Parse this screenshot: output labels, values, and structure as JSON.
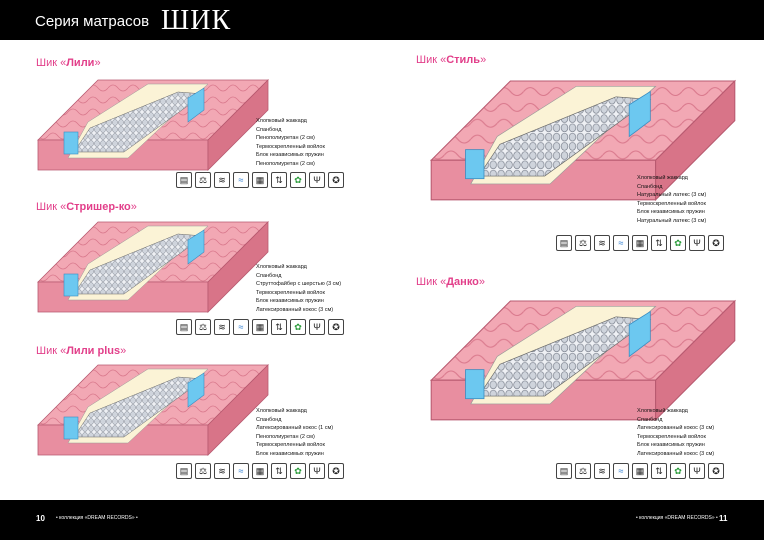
{
  "header": {
    "title": "Серия матрасов",
    "brand": "ШИК"
  },
  "footer": {
    "left_page": "10",
    "left_collection": "• коллекция «DREAM RECORDS» •",
    "right_collection": "• коллекция «DREAM RECORDS» •",
    "right_page": "11"
  },
  "models": [
    {
      "prefix": "Шик «",
      "name": "Лили",
      "suffix": "»",
      "layers": [
        "Хлопковый жаккард",
        "Спанбонд",
        "Пенополиуретан (2 см)",
        "Термоскрепленный войлок",
        "Блок независимых пружин",
        "Пенополиуретан (2 см)"
      ]
    },
    {
      "prefix": "Шик «",
      "name": "Стришер-ко",
      "suffix": "»",
      "layers": [
        "Хлопковый жаккард",
        "Спанбонд",
        "Струттофайбер с шерстью (3 см)",
        "Термоскрепленный войлок",
        "Блок независимых пружин",
        "Латексированный кокос (3 см)"
      ]
    },
    {
      "prefix": "Шик «",
      "name": "Лили plus",
      "suffix": "»",
      "layers": [
        "Хлопковый жаккард",
        "Спанбонд",
        "Латексированный кокос (1 см)",
        "Пенополиуретан (2 см)",
        "Термоскрепленный войлок",
        "Блок независимых пружин"
      ]
    },
    {
      "prefix": "Шик «",
      "name": "Стиль",
      "suffix": "»",
      "layers": [
        "Хлопковый жаккард",
        "Спанбонд",
        "Натуральный латекс (3 см)",
        "Термоскрепленный войлок",
        "Блок независимых пружин",
        "Натуральный латекс (3 см)"
      ]
    },
    {
      "prefix": "Шик «",
      "name": "Данко",
      "suffix": "»",
      "layers": [
        "Хлопковый жаккард",
        "Спанбонд",
        "Латексированный кокос (3 см)",
        "Термоскрепленный войлок",
        "Блок независимых пружин",
        "Латексированный кокос (3 см)"
      ]
    }
  ],
  "feature_icons": [
    "spring-block-icon",
    "weight-icon",
    "wave-icon",
    "water-icon",
    "blocks-icon",
    "airflow-icon",
    "eco-leaf-icon",
    "coconut-icon",
    "warranty-icon"
  ],
  "colors": {
    "accent": "#e23f8a",
    "cover": "#f2a8b4",
    "side": "#e88ea0",
    "spring_block": "#6cc8f0"
  }
}
